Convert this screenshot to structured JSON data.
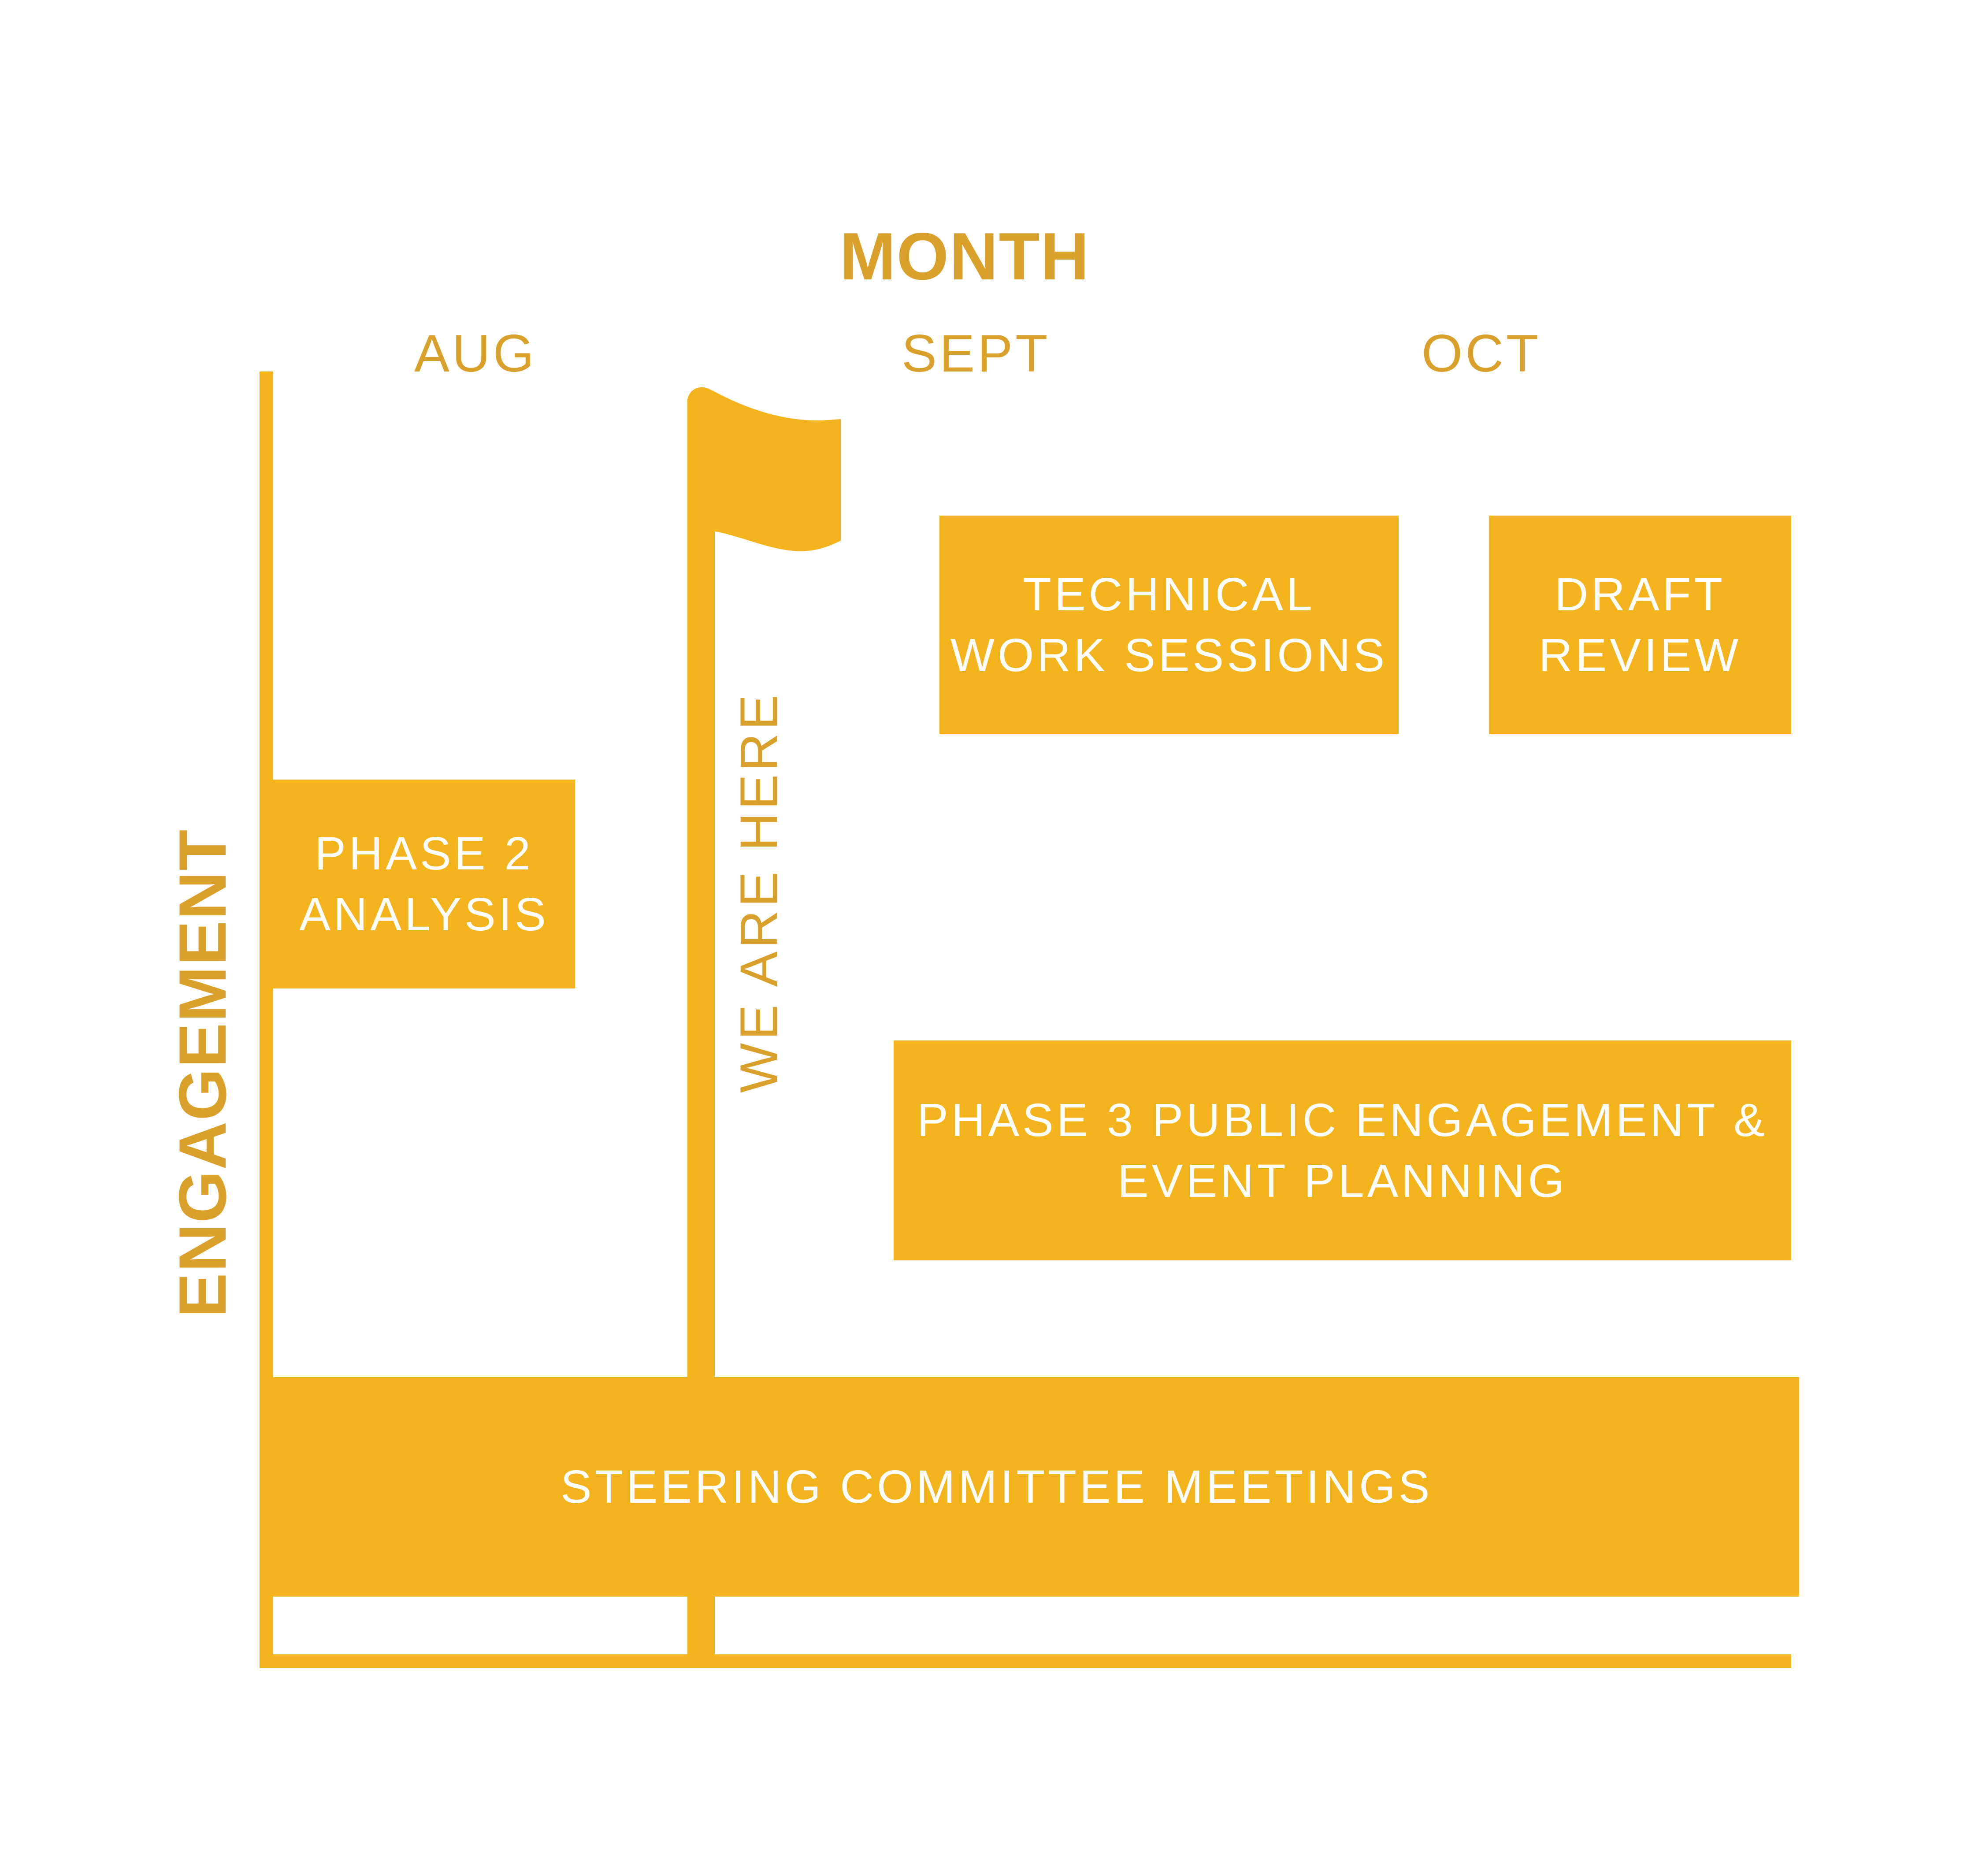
{
  "colors": {
    "bar": "#F3B31C",
    "label": "#D9A02B",
    "box_text": "#FFFFFF",
    "background": "#FFFFFF"
  },
  "axes": {
    "x_title": "MONTH",
    "y_title": "ENGAGEMENT",
    "months": [
      "AUG",
      "SEPT",
      "OCT"
    ]
  },
  "marker": {
    "icon": "flag-icon",
    "label": "WE ARE HERE"
  },
  "activities": {
    "phase2": {
      "line1": "PHASE 2",
      "line2": "ANALYSIS"
    },
    "technical": {
      "line1": "TECHNICAL",
      "line2": "WORK SESSIONS"
    },
    "draft": {
      "line1": "DRAFT",
      "line2": "REVIEW"
    },
    "phase3": {
      "line1": "PHASE 3 PUBLIC ENGAGEMENT &",
      "line2": "EVENT PLANNING"
    },
    "steering": {
      "line1": "STEERING COMMITTEE MEETINGS"
    }
  }
}
